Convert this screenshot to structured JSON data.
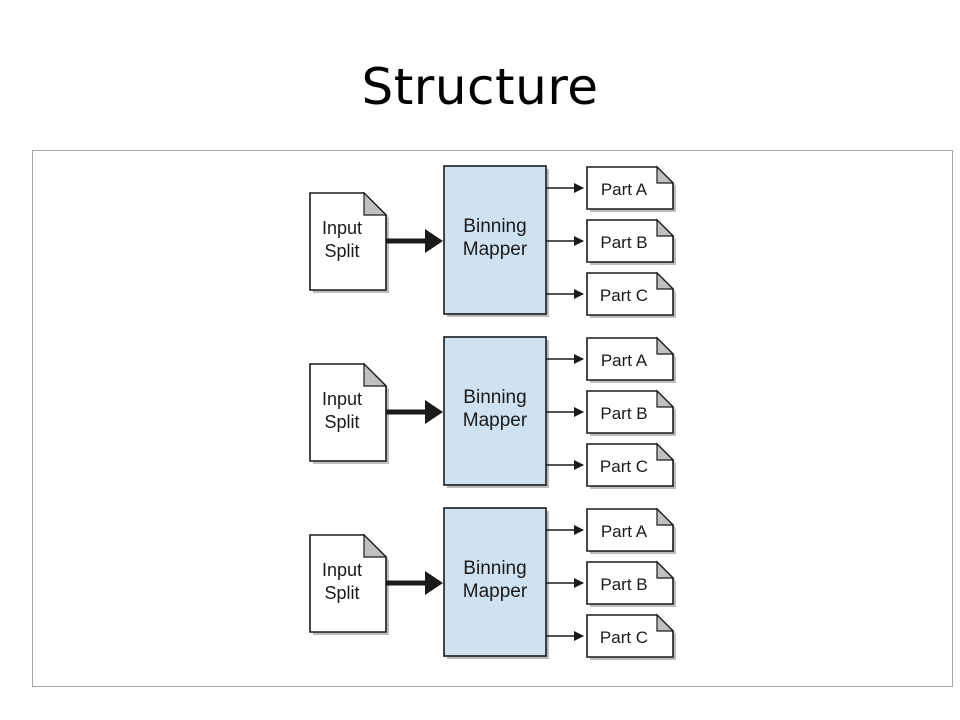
{
  "slide": {
    "title": "Structure"
  },
  "diagram": {
    "colors": {
      "mapper_fill": "#cfe2f1",
      "stroke": "#1a1a1a",
      "page_fill": "#ffffff",
      "fold_fill": "#c0c0c0",
      "shadow": "#bdbdbd",
      "frame_border": "#a6a6a6"
    },
    "groups": [
      {
        "input_split": [
          "Input",
          "Split"
        ],
        "mapper": [
          "Binning",
          "Mapper"
        ],
        "parts": [
          "Part A",
          "Part B",
          "Part C"
        ]
      },
      {
        "input_split": [
          "Input",
          "Split"
        ],
        "mapper": [
          "Binning",
          "Mapper"
        ],
        "parts": [
          "Part A",
          "Part B",
          "Part C"
        ]
      },
      {
        "input_split": [
          "Input",
          "Split"
        ],
        "mapper": [
          "Binning",
          "Mapper"
        ],
        "parts": [
          "Part A",
          "Part B",
          "Part C"
        ]
      }
    ]
  }
}
